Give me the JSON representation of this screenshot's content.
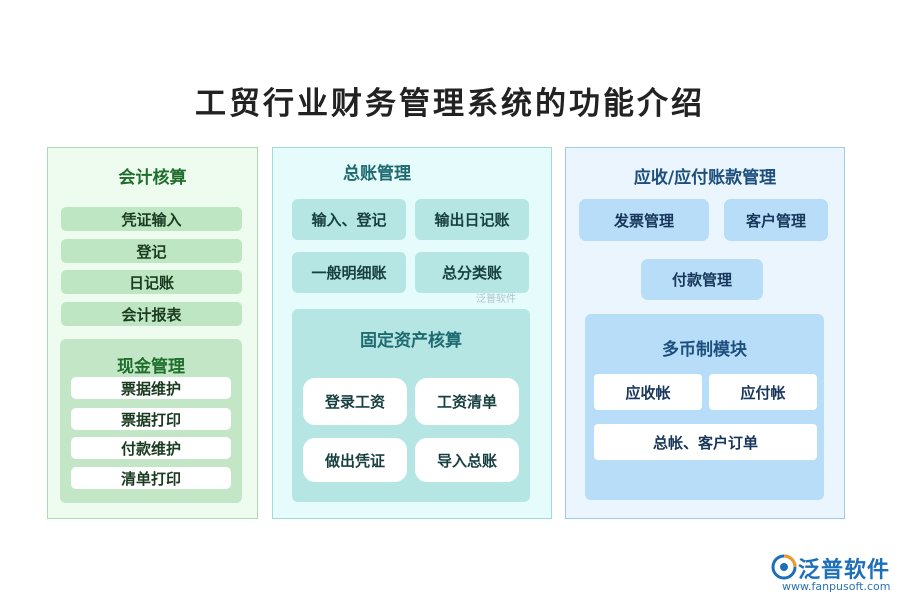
{
  "title": "工贸行业财务管理系统的功能介绍",
  "accounting": {
    "header": "会计核算",
    "items": [
      "凭证输入",
      "登记",
      "日记账",
      "会计报表"
    ],
    "cash": {
      "header": "现金管理",
      "items": [
        "票据维护",
        "票据打印",
        "付款维护",
        "清单打印"
      ]
    }
  },
  "ledger": {
    "header": "总账管理",
    "items": [
      "输入、登记",
      "输出日记账",
      "一般明细账",
      "总分类账"
    ],
    "assets": {
      "header": "固定资产核算",
      "items": [
        "登录工资",
        "工资清单",
        "做出凭证",
        "导入总账"
      ]
    }
  },
  "receivable": {
    "header": "应收/应付账款管理",
    "items": [
      "发票管理",
      "客户管理",
      "付款管理"
    ],
    "currency": {
      "header": "多币制模块",
      "items": [
        "应收帐",
        "应付帐",
        "总帐、客户订单"
      ]
    }
  },
  "watermark": "泛普软件",
  "logo": {
    "name": "泛普软件",
    "url": "www.fanpusoft.com",
    "colors": {
      "primary": "#1d6fb8",
      "accent": "#f39a1e"
    }
  },
  "colors": {
    "green_panel": "#eefbef",
    "teal_panel": "#e6fbfb",
    "blue_panel": "#eaf5fd"
  }
}
